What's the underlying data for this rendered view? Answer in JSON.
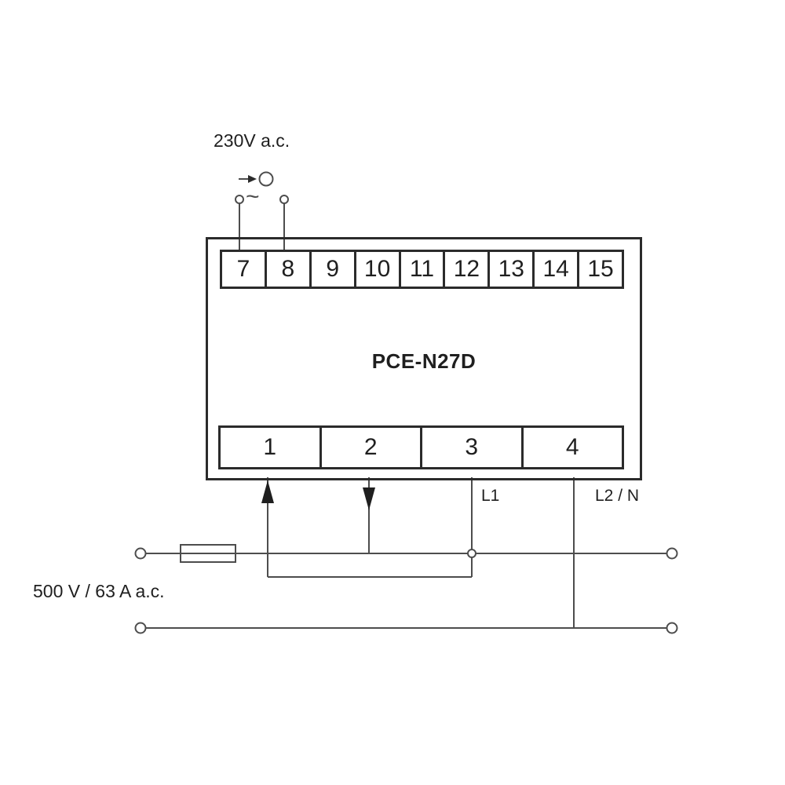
{
  "diagram": {
    "supply_label": "230V a.c.",
    "ac_symbol": "~",
    "device_label": "PCE-N27D",
    "top_terminals": [
      "7",
      "8",
      "9",
      "10",
      "11",
      "12",
      "13",
      "14",
      "15"
    ],
    "bottom_terminals": [
      "1",
      "2",
      "3",
      "4"
    ],
    "wire_labels": {
      "l1": "L1",
      "l2_n": "L2 / N"
    },
    "rating_label": "500 V / 63 A a.c.",
    "colors": {
      "ink": "#1f1f1f",
      "wire": "#4d4d4d",
      "device_border": "#2b2b2b",
      "background": "#ffffff"
    }
  }
}
